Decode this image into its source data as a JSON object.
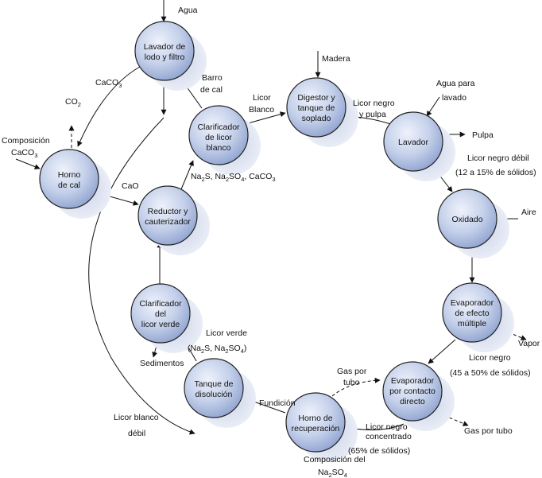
{
  "nodes": {
    "lavador_lodo": [
      "Lavador de",
      "lodo y filtro"
    ],
    "horno_cal": [
      "Horno",
      "de cal"
    ],
    "clarif_blanco": [
      "Clarificador",
      "de licor",
      "blanco"
    ],
    "digestor": [
      "Digestor y",
      "tanque de",
      "soplado"
    ],
    "lavador": [
      "Lavador"
    ],
    "oxidado": [
      "Oxidado"
    ],
    "evap_multiple": [
      "Evaporador",
      "de efecto",
      "múltiple"
    ],
    "evap_contacto": [
      "Evaporador",
      "por contacto",
      "directo"
    ],
    "horno_recup": [
      "Horno de",
      "recuperación"
    ],
    "tanque_disol": [
      "Tanque de",
      "disolución"
    ],
    "clarif_verde": [
      "Clarificador",
      "del",
      "licor verde"
    ],
    "reductor": [
      "Reductor y",
      "cauterizador"
    ]
  },
  "labels": {
    "agua": "Agua",
    "caco3_top": "CaCO",
    "co2": "CO",
    "composicion_caco3": "Composición",
    "caco3_left": "CaCO",
    "barro_cal": [
      "Barro",
      "de cal"
    ],
    "cao": "CaO",
    "licor_blanco": [
      "Licor",
      "Blanco"
    ],
    "madera": "Madera",
    "licor_negro_pulpa": [
      "Licor negro",
      "y pulpa"
    ],
    "agua_lavado": [
      "Agua para",
      "lavado"
    ],
    "pulpa": "Pulpa",
    "licor_negro_debil": [
      "Licor negro débil",
      "(12 a 15% de sólidos)"
    ],
    "aire": "Aire",
    "vapor": "Vapor",
    "licor_negro_45": [
      "Licor negro",
      "(45 a 50% de sólidos)"
    ],
    "gas_tubo_top": [
      "Gas por",
      "tubo"
    ],
    "gas_tubo_right": "Gas por tubo",
    "licor_negro_conc": [
      "Licor negro",
      "concentrado",
      "(65% de sólidos)"
    ],
    "composicion_na2so4": [
      "Composición del",
      "Na"
    ],
    "fundicion": "Fundición",
    "licor_verde": [
      "Licor verde",
      "(Na"
    ],
    "sedimentos": "Sedimentos",
    "licor_blanco_debil": [
      "Licor blanco",
      "débil"
    ],
    "na2s_line": "Na"
  }
}
